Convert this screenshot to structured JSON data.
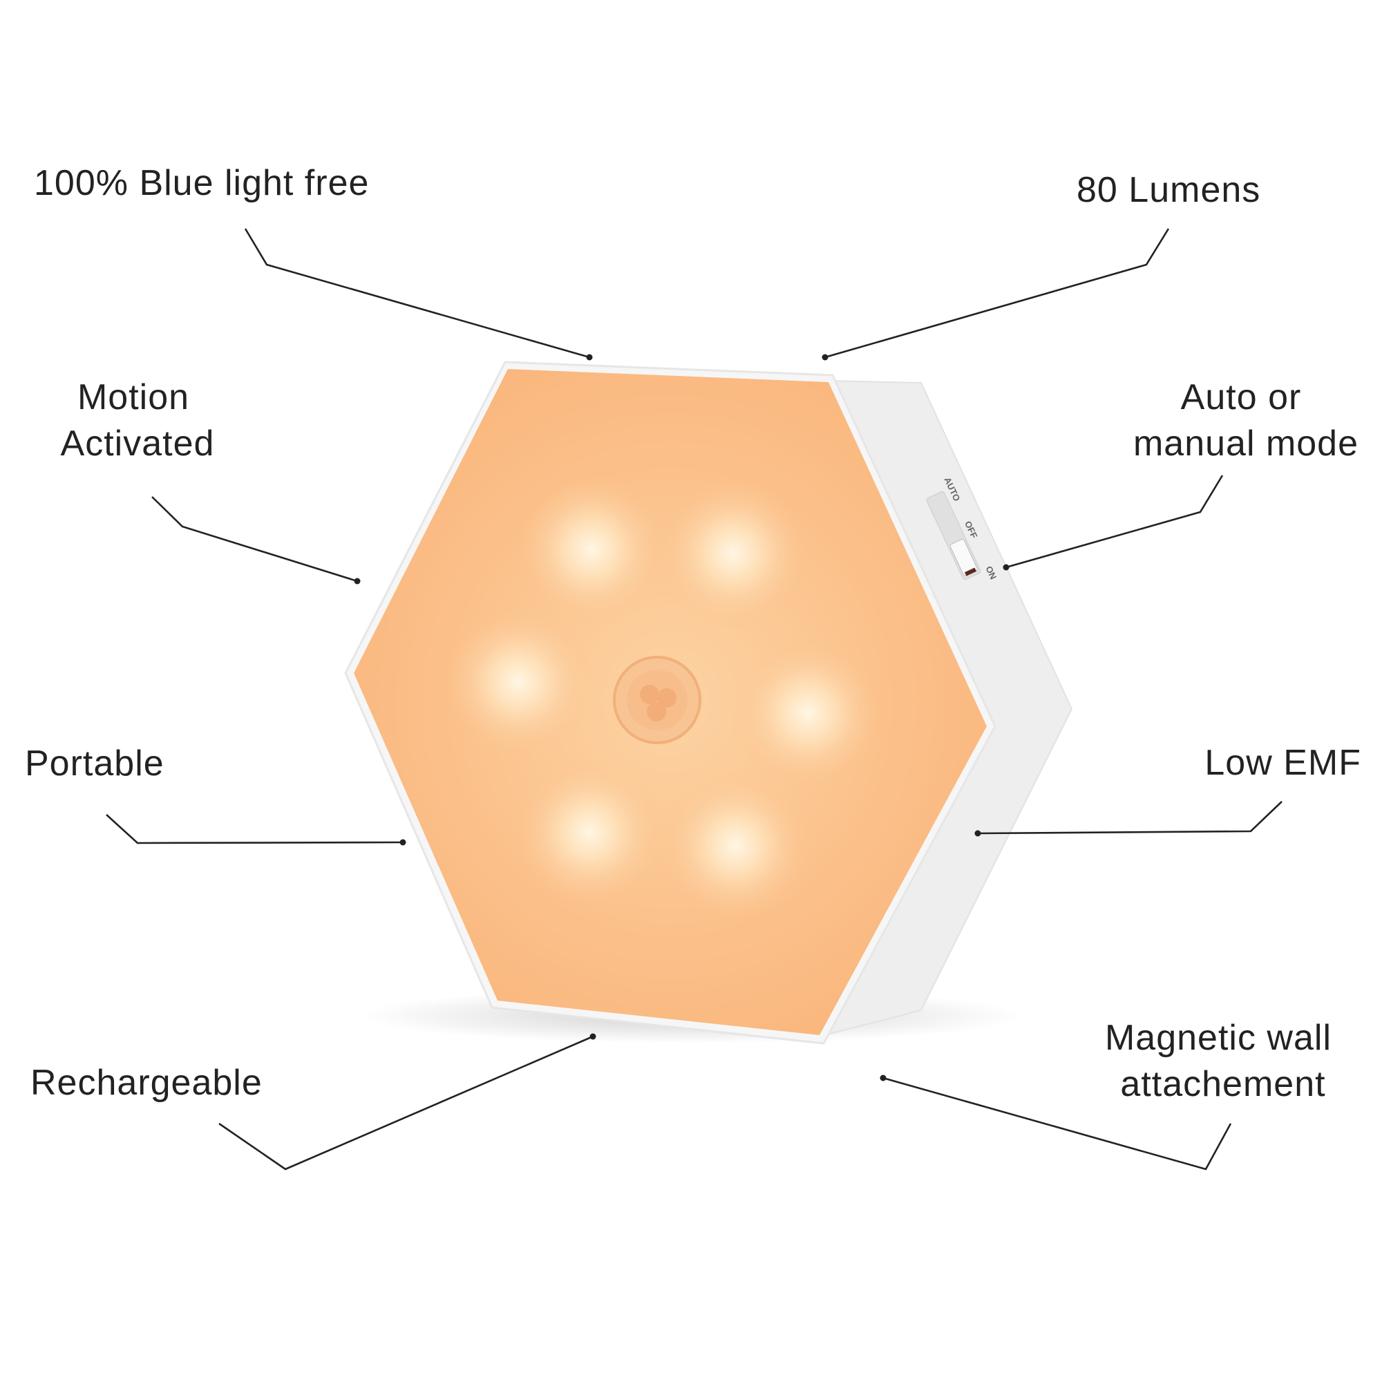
{
  "features": {
    "blue_light": "100% Blue light free",
    "lumens": "80 Lumens",
    "motion_line1": "Motion",
    "motion_line2": "Activated",
    "mode_line1": "Auto or",
    "mode_line2": "manual mode",
    "portable": "Portable",
    "emf": "Low EMF",
    "rechargeable": "Rechargeable",
    "magnetic_line1": "Magnetic wall",
    "magnetic_line2": "attachement"
  },
  "switch": {
    "auto": "AUTO",
    "off": "OFF",
    "on": "ON"
  },
  "colors": {
    "glow": "#f9b97e",
    "body": "#f3f3f3",
    "text": "#222222"
  }
}
